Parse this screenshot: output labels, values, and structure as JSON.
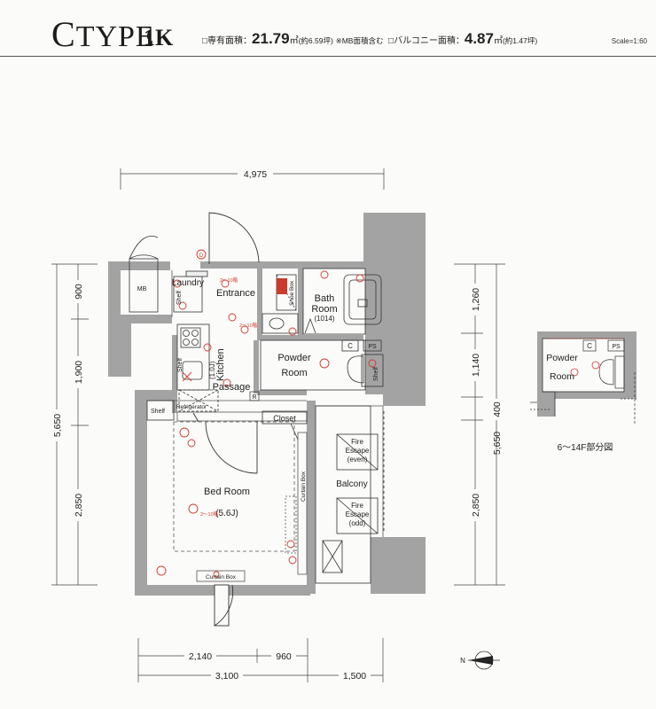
{
  "header": {
    "type_letter": "C",
    "type_rest": "TYPE",
    "layout": "1K",
    "exclusive_area_label": "□専有面積：",
    "exclusive_area_value": "21.79",
    "exclusive_area_unit": "㎡",
    "exclusive_area_tsubo": "(約6.59坪)",
    "exclusive_area_note": "※MB面積含む",
    "balcony_area_label": "□バルコニー面積：",
    "balcony_area_value": "4.87",
    "balcony_area_unit": "㎡",
    "balcony_area_tsubo": "(約1.47坪)",
    "scale": "Scale=1:60"
  },
  "dimensions": {
    "top_width": "4,975",
    "left_total": "5,650",
    "left_900": "900",
    "left_1900": "1,900",
    "left_2850": "2,850",
    "right_1260": "1,260",
    "right_1140": "1,140",
    "right_400": "400",
    "right_total": "5,650",
    "right_2850": "2,850",
    "bottom_2140": "2,140",
    "bottom_960": "960",
    "bottom_3100": "3,100",
    "bottom_1500": "1,500"
  },
  "rooms": {
    "mb": "MB",
    "laundry": "Laundry",
    "laundry_shelf": "Shelf",
    "entrance": "Entrance",
    "shoe_box": "Shoe Box",
    "bath_line1": "Bath",
    "bath_line2": "Room",
    "bath_size": "(1014)",
    "kitchen": "Kitchen",
    "kitchen_size": "(1.0J)",
    "kitchen_shelf": "Shelf",
    "passage": "Passage",
    "refrigerator": "Refrigerator",
    "powder_line1": "Powder",
    "powder_line2": "Room",
    "powder_shelf": "Shelf",
    "c_mark": "C",
    "ps_mark": "PS",
    "r_mark": "R",
    "d_mark": "D",
    "shelf_left": "Shelf",
    "closet": "Closet",
    "curtain_box_side": "Curtain Box",
    "curtain_box_bottom": "Curtain Box",
    "bedroom": "Bed Room",
    "bedroom_size": "(5.6J)",
    "balcony": "Balcony",
    "fire_even_1": "Fire",
    "fire_even_2": "Escape",
    "fire_even_3": "(even)",
    "fire_odd_1": "Fire",
    "fire_odd_2": "Escape",
    "fire_odd_3": "(odd)",
    "floor_note_1": "2～10階",
    "floor_note_2": "2～10階",
    "floor_note_3": "2～10階"
  },
  "inset": {
    "powder_line1": "Powder",
    "powder_line2": "Room",
    "c_mark": "C",
    "ps_mark": "PS",
    "caption": "6～14F部分図"
  },
  "compass": {
    "north": "N"
  },
  "colors": {
    "wall": "#a3a3a3",
    "wall_dark": "#7c7c7c",
    "line": "#3a3a3a",
    "red": "#d23a2a"
  }
}
